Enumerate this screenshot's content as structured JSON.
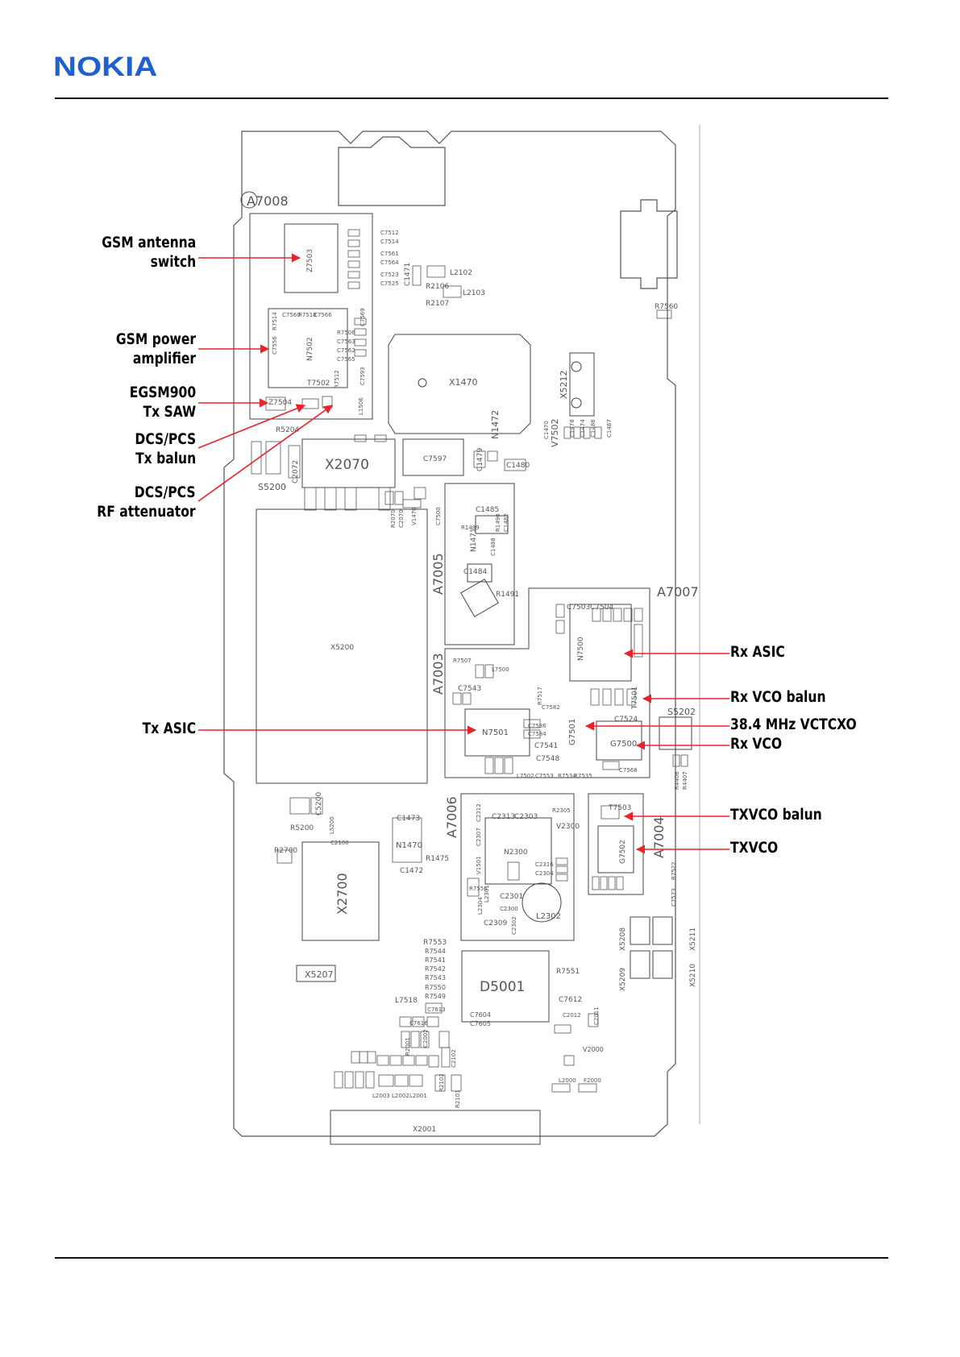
{
  "brand": {
    "logo_text": "NOKIA",
    "logo_color": "#1e5fd1"
  },
  "callouts": {
    "gsm_antenna_switch": [
      "GSM antenna",
      "switch"
    ],
    "gsm_power_amplifier": [
      "GSM power",
      "amplifier"
    ],
    "egsm900_tx_saw": [
      "EGSM900",
      "Tx SAW"
    ],
    "dcs_pcs_tx_balun": [
      "DCS/PCS",
      "Tx balun"
    ],
    "dcs_pcs_rf_attenuator": [
      "DCS/PCS",
      "RF attenuator"
    ],
    "tx_asic": "Tx ASIC",
    "rx_asic": "Rx ASIC",
    "rx_vco_balun": "Rx VCO balun",
    "vctcxo": "38.4 MHz VCTCXO",
    "rx_vco": "Rx VCO",
    "txvco_balun": "TXVCO balun",
    "txvco": "TXVCO"
  },
  "leader_color": "#e8232a",
  "board": {
    "shields": {
      "a7008": "A7008",
      "a7007": "A7007",
      "a7005": "A7005",
      "a7003": "A7003",
      "a7006": "A7006",
      "a7004": "A7004"
    },
    "components": {
      "z7503": "Z7503",
      "n7502": "N7502",
      "x1470": "X1470",
      "x2070": "X2070",
      "x5200": "X5200",
      "x5212": "X5212",
      "r7560": "R7560",
      "n1472": "N1472",
      "v7502": "V7502",
      "c7597": "C7597",
      "c1479": "C1479",
      "c1480": "C1480",
      "c1485": "C1485",
      "n1471": "N1471",
      "c1484": "C1484",
      "r1491": "R1491",
      "c7503": "C7503",
      "c7504": "C7504",
      "n7500": "N7500",
      "t7501": "T7501",
      "c7524": "C7524",
      "g7500": "G7500",
      "g7501": "G7501",
      "n7501": "N7501",
      "c7541": "C7541",
      "c7548": "C7548",
      "c7543": "C7543",
      "s5202": "S5202",
      "s5200": "S5200",
      "t7502": "T7502",
      "z7504": "Z7504",
      "r5204": "R5204",
      "c2072": "C2072",
      "l2102": "L2102",
      "l2103": "L2103",
      "c1471": "C1471",
      "r2106": "R2106",
      "r2107": "R2107",
      "c2313": "C2313",
      "c2303": "C2303",
      "n2300": "N2300",
      "v2300": "V2300",
      "c2301": "C2301",
      "c2309": "C2309",
      "l2302": "L2302",
      "t7503": "T7503",
      "g7502": "G7502",
      "c1473": "C1473",
      "n1470": "N1470",
      "r1475": "R1475",
      "c1472": "C1472",
      "r2700": "R2700",
      "x2700": "X2700",
      "r5200": "R5200",
      "c5200": "C5200",
      "c2100": "C2100",
      "x5207": "X5207",
      "d5001": "D5001",
      "r7551": "R7551",
      "c7612": "C7612",
      "x5208": "X5208",
      "x5209": "X5209",
      "x5210": "X5210",
      "x5211": "X5211",
      "v2000": "V2000",
      "l2000": "L2000",
      "f2000": "F2000",
      "x2001": "X2001",
      "c7604": "C7604",
      "c7605": "C7605",
      "l7518": "L7518",
      "c7613": "C7613",
      "c7616": "C7616",
      "r7553": "R7553",
      "r7544": "R7544",
      "r7541": "R7541",
      "r7542": "R7542",
      "r7543": "R7543",
      "r7550": "R7550",
      "r7549": "R7549",
      "l2003": "L2003",
      "l2002": "L2002",
      "l2001": "L2001",
      "r2001": "R2001",
      "c2002": "C2002",
      "c2102": "C2102",
      "r2102": "R2102",
      "r2101": "R2101",
      "c2012": "C2012",
      "c2011": "C2011",
      "r7507": "R7507",
      "l7500": "L7500",
      "c7586": "C7586",
      "c7584": "C7584",
      "c7582": "C7582",
      "r7517": "R7517",
      "r7534": "R7534",
      "r7535": "R7535",
      "l7502": "L7502",
      "c7553": "C7553",
      "c7568": "C7568",
      "r4406": "R4406",
      "r4407": "R4407",
      "c7500": "C7500",
      "v1470": "V1470",
      "r2070": "R2070",
      "c2070": "C2070",
      "c7512": "C7512",
      "c7514": "C7514",
      "c7561": "C7561",
      "c7564": "C7564",
      "c7523": "C7523",
      "c7525": "C7525",
      "c7569": "C7569",
      "r7506": "R7506",
      "c7563": "C7563",
      "c7562": "C7562",
      "c7565": "C7565",
      "c7593": "C7593",
      "r7512": "R7512",
      "l1506": "L1506",
      "c7560": "C7560",
      "r7518": "R7518",
      "c7566": "C7566",
      "r7514": "R7514",
      "c7556": "C7556",
      "c1478": "C1478",
      "c1487": "C1487",
      "c1486": "C1486",
      "c1474": "C1474",
      "c1470": "C1470",
      "r1489": "R1489",
      "c1488": "C1488",
      "r1490": "R1490",
      "c1482": "C1482",
      "l2304": "L2304",
      "c2316": "C2316",
      "c2304": "C2304",
      "c2307": "C2307",
      "c2312": "C2312",
      "r2305": "R2305",
      "v1501": "V1501",
      "l2301": "L2301",
      "c2302": "C2302",
      "c2300": "C2300",
      "r7556": "R7556",
      "r7522": "R7522",
      "c7573": "C7573",
      "l5200": "L5200"
    }
  }
}
